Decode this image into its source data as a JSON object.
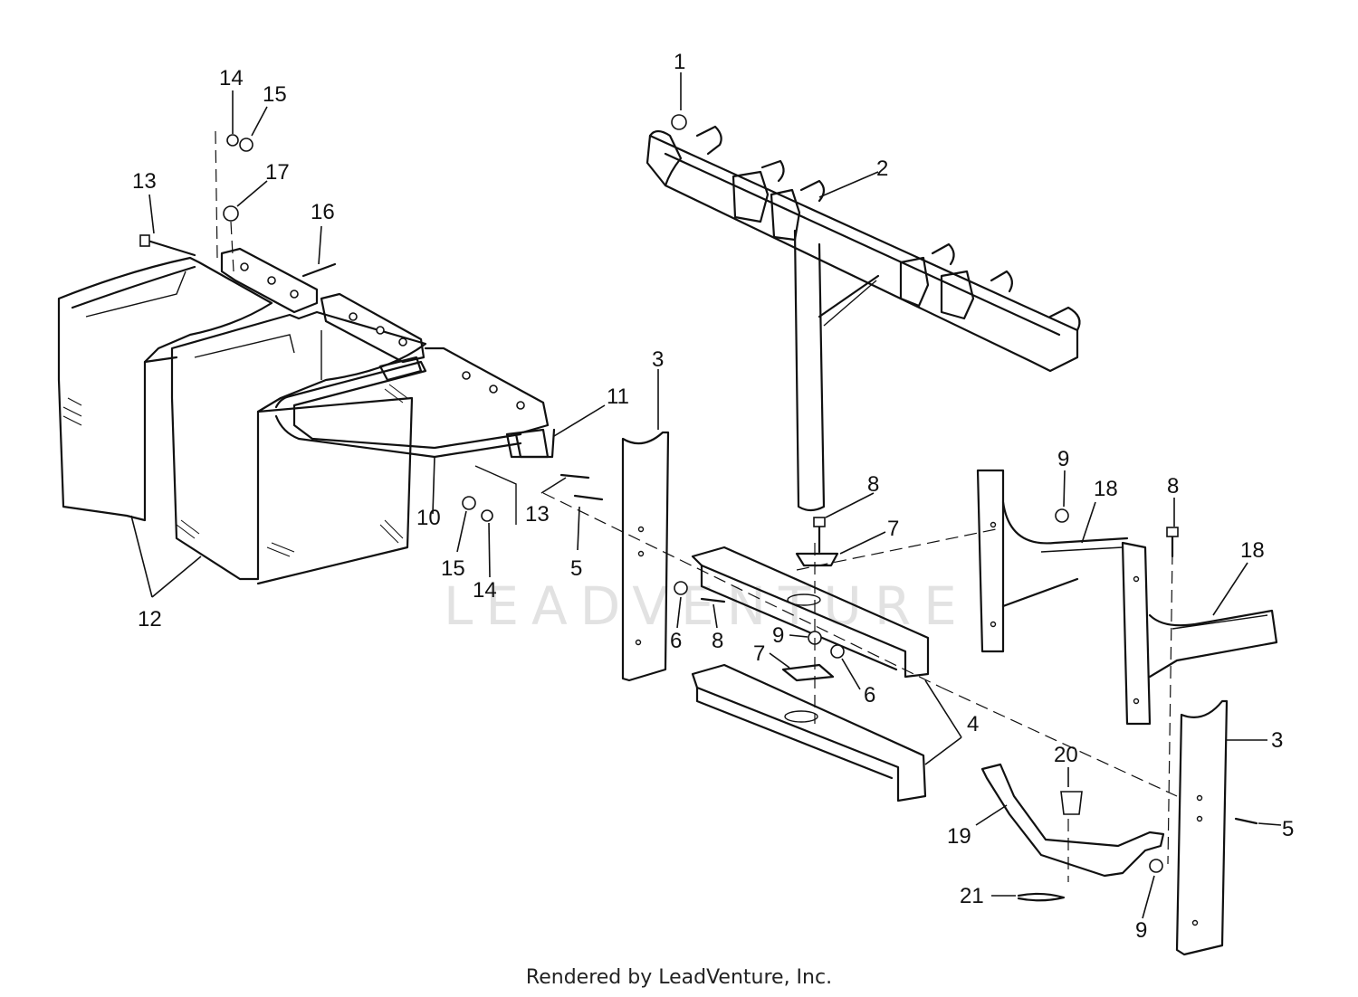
{
  "watermark": "LEADVENTURE",
  "footer": "Rendered by LeadVenture, Inc.",
  "callouts": [
    {
      "id": "c1",
      "label": "1"
    },
    {
      "id": "c2",
      "label": "2"
    },
    {
      "id": "c3a",
      "label": "3"
    },
    {
      "id": "c3b",
      "label": "3"
    },
    {
      "id": "c4",
      "label": "4"
    },
    {
      "id": "c5a",
      "label": "5"
    },
    {
      "id": "c5b",
      "label": "5"
    },
    {
      "id": "c6a",
      "label": "6"
    },
    {
      "id": "c6b",
      "label": "6"
    },
    {
      "id": "c7a",
      "label": "7"
    },
    {
      "id": "c7b",
      "label": "7"
    },
    {
      "id": "c8a",
      "label": "8"
    },
    {
      "id": "c8b",
      "label": "8"
    },
    {
      "id": "c8c",
      "label": "8"
    },
    {
      "id": "c9a",
      "label": "9"
    },
    {
      "id": "c9b",
      "label": "9"
    },
    {
      "id": "c9c",
      "label": "9"
    },
    {
      "id": "c10",
      "label": "10"
    },
    {
      "id": "c11",
      "label": "11"
    },
    {
      "id": "c12",
      "label": "12"
    },
    {
      "id": "c13a",
      "label": "13"
    },
    {
      "id": "c13b",
      "label": "13"
    },
    {
      "id": "c14a",
      "label": "14"
    },
    {
      "id": "c14b",
      "label": "14"
    },
    {
      "id": "c15a",
      "label": "15"
    },
    {
      "id": "c15b",
      "label": "15"
    },
    {
      "id": "c16",
      "label": "16"
    },
    {
      "id": "c17",
      "label": "17"
    },
    {
      "id": "c18a",
      "label": "18"
    },
    {
      "id": "c18b",
      "label": "18"
    },
    {
      "id": "c19",
      "label": "19"
    },
    {
      "id": "c20",
      "label": "20"
    },
    {
      "id": "c21",
      "label": "21"
    }
  ]
}
